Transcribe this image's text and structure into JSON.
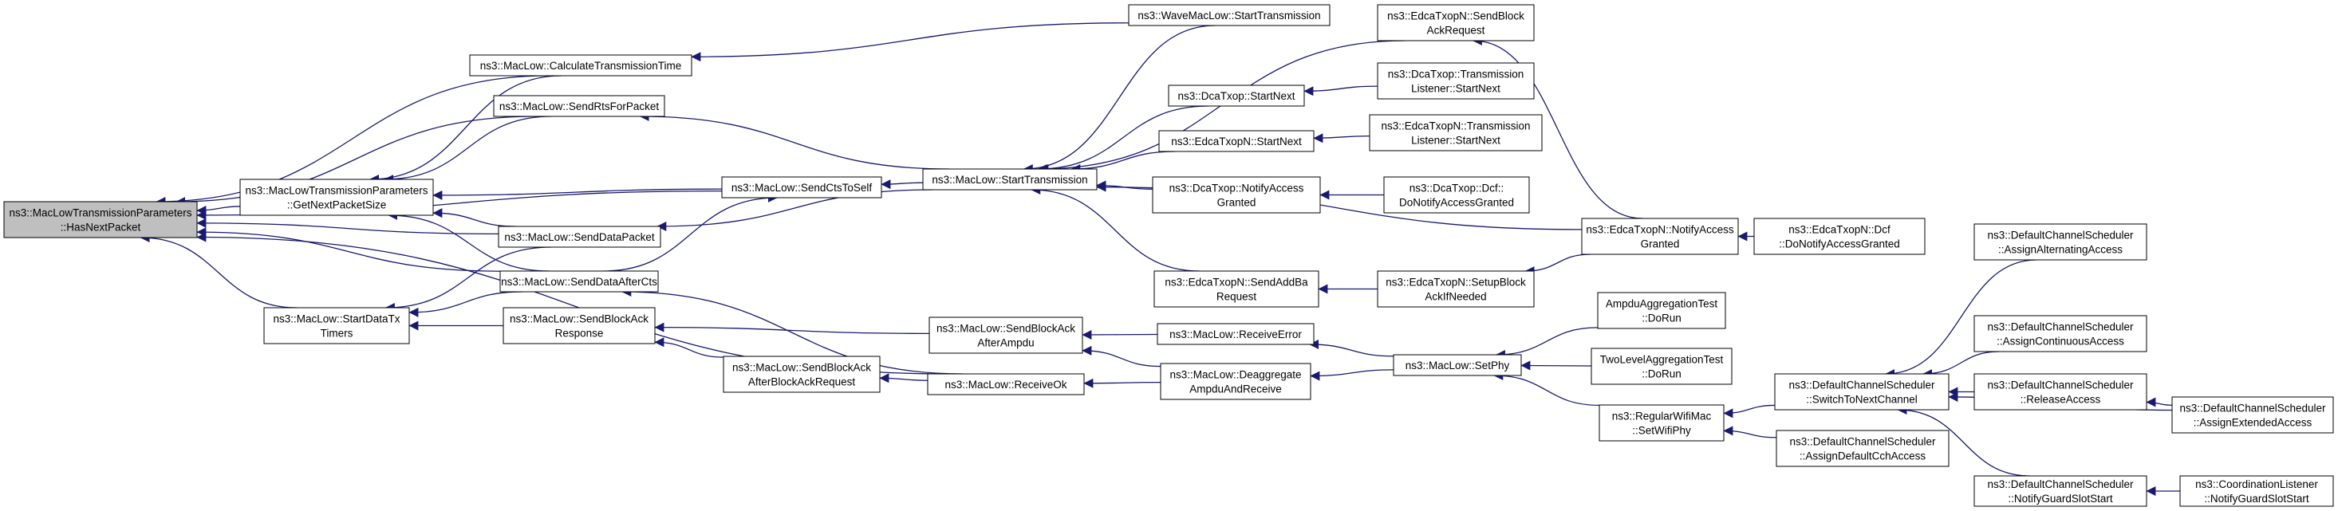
{
  "nodes": [
    {
      "id": "has_next",
      "lines": [
        "ns3::MacLowTransmissionParameters",
        "::HasNextPacket"
      ],
      "root": true
    },
    {
      "id": "get_next_size",
      "lines": [
        "ns3::MacLowTransmissionParameters",
        "::GetNextPacketSize"
      ]
    },
    {
      "id": "start_data_tx",
      "lines": [
        "ns3::MacLow::StartDataTx",
        "Timers"
      ]
    },
    {
      "id": "calc_tx_time",
      "lines": [
        "ns3::MacLow::CalculateTransmissionTime"
      ]
    },
    {
      "id": "send_rts",
      "lines": [
        "ns3::MacLow::SendRtsForPacket"
      ]
    },
    {
      "id": "send_data",
      "lines": [
        "ns3::MacLow::SendDataPacket"
      ]
    },
    {
      "id": "send_data_after_cts",
      "lines": [
        "ns3::MacLow::SendDataAfterCts"
      ]
    },
    {
      "id": "send_block_ack_resp",
      "lines": [
        "ns3::MacLow::SendBlockAck",
        "Response"
      ]
    },
    {
      "id": "send_cts_to_self",
      "lines": [
        "ns3::MacLow::SendCtsToSelf"
      ]
    },
    {
      "id": "send_ba_after_bar",
      "lines": [
        "ns3::MacLow::SendBlockAck",
        "AfterBlockAckRequest"
      ]
    },
    {
      "id": "send_ba_after_ampdu",
      "lines": [
        "ns3::MacLow::SendBlockAck",
        "AfterAmpdu"
      ]
    },
    {
      "id": "receive_ok",
      "lines": [
        "ns3::MacLow::ReceiveOk"
      ]
    },
    {
      "id": "start_transmission",
      "lines": [
        "ns3::MacLow::StartTransmission"
      ]
    },
    {
      "id": "wave_start_tx",
      "lines": [
        "ns3::WaveMacLow::StartTransmission"
      ]
    },
    {
      "id": "dca_start_next",
      "lines": [
        "ns3::DcaTxop::StartNext"
      ]
    },
    {
      "id": "edca_start_next",
      "lines": [
        "ns3::EdcaTxopN::StartNext"
      ]
    },
    {
      "id": "dca_notify_access",
      "lines": [
        "ns3::DcaTxop::NotifyAccess",
        "Granted"
      ]
    },
    {
      "id": "edca_send_addba",
      "lines": [
        "ns3::EdcaTxopN::SendAddBa",
        "Request"
      ]
    },
    {
      "id": "receive_error",
      "lines": [
        "ns3::MacLow::ReceiveError"
      ]
    },
    {
      "id": "deaggregate",
      "lines": [
        "ns3::MacLow::Deaggregate",
        "AmpduAndReceive"
      ]
    },
    {
      "id": "edca_send_block_ack_req",
      "lines": [
        "ns3::EdcaTxopN::SendBlock",
        "AckRequest"
      ]
    },
    {
      "id": "dca_tl_start_next",
      "lines": [
        "ns3::DcaTxop::Transmission",
        "Listener::StartNext"
      ]
    },
    {
      "id": "edca_tl_start_next",
      "lines": [
        "ns3::EdcaTxopN::Transmission",
        "Listener::StartNext"
      ]
    },
    {
      "id": "dca_dcf_notify",
      "lines": [
        "ns3::DcaTxop::Dcf::",
        "DoNotifyAccessGranted"
      ]
    },
    {
      "id": "edca_setup_block_ack",
      "lines": [
        "ns3::EdcaTxopN::SetupBlock",
        "AckIfNeeded"
      ]
    },
    {
      "id": "set_phy",
      "lines": [
        "ns3::MacLow::SetPhy"
      ]
    },
    {
      "id": "edca_notify_access",
      "lines": [
        "ns3::EdcaTxopN::NotifyAccess",
        "Granted"
      ]
    },
    {
      "id": "ampdu_agg_test",
      "lines": [
        "AmpduAggregationTest",
        "::DoRun"
      ]
    },
    {
      "id": "two_level_agg_test",
      "lines": [
        "TwoLevelAggregationTest",
        "::DoRun"
      ]
    },
    {
      "id": "regular_wifi_set_phy",
      "lines": [
        "ns3::RegularWifiMac",
        "::SetWifiPhy"
      ]
    },
    {
      "id": "edca_dcf_notify",
      "lines": [
        "ns3::EdcaTxopN::Dcf",
        "::DoNotifyAccessGranted"
      ]
    },
    {
      "id": "switch_to_next_channel",
      "lines": [
        "ns3::DefaultChannelScheduler",
        "::SwitchToNextChannel"
      ]
    },
    {
      "id": "assign_default_cch",
      "lines": [
        "ns3::DefaultChannelScheduler",
        "::AssignDefaultCchAccess"
      ]
    },
    {
      "id": "assign_alternating",
      "lines": [
        "ns3::DefaultChannelScheduler",
        "::AssignAlternatingAccess"
      ]
    },
    {
      "id": "assign_continuous",
      "lines": [
        "ns3::DefaultChannelScheduler",
        "::AssignContinuousAccess"
      ]
    },
    {
      "id": "release_access",
      "lines": [
        "ns3::DefaultChannelScheduler",
        "::ReleaseAccess"
      ]
    },
    {
      "id": "notify_guard_slot_start",
      "lines": [
        "ns3::DefaultChannelScheduler",
        "::NotifyGuardSlotStart"
      ]
    },
    {
      "id": "assign_extended",
      "lines": [
        "ns3::DefaultChannelScheduler",
        "::AssignExtendedAccess"
      ]
    },
    {
      "id": "coord_notify_guard",
      "lines": [
        "ns3::CoordinationListener",
        "::NotifyGuardSlotStart"
      ]
    }
  ],
  "edges": [
    [
      "get_next_size",
      "has_next"
    ],
    [
      "start_data_tx",
      "has_next"
    ],
    [
      "calc_tx_time",
      "has_next"
    ],
    [
      "send_rts",
      "has_next"
    ],
    [
      "send_cts_to_self",
      "has_next"
    ],
    [
      "send_data",
      "has_next"
    ],
    [
      "send_data_after_cts",
      "has_next"
    ],
    [
      "receive_ok",
      "has_next"
    ],
    [
      "calc_tx_time",
      "get_next_size"
    ],
    [
      "send_rts",
      "get_next_size"
    ],
    [
      "send_cts_to_self",
      "get_next_size"
    ],
    [
      "send_data",
      "get_next_size"
    ],
    [
      "send_data_after_cts",
      "get_next_size"
    ],
    [
      "send_data",
      "start_data_tx"
    ],
    [
      "send_data_after_cts",
      "start_data_tx"
    ],
    [
      "send_block_ack_resp",
      "start_data_tx"
    ],
    [
      "start_transmission",
      "send_rts"
    ],
    [
      "start_transmission",
      "send_cts_to_self"
    ],
    [
      "start_transmission",
      "send_data"
    ],
    [
      "wave_start_tx",
      "calc_tx_time"
    ],
    [
      "receive_ok",
      "send_data_after_cts"
    ],
    [
      "send_data_after_cts",
      "send_cts_to_self"
    ],
    [
      "send_ba_after_ampdu",
      "send_block_ack_resp"
    ],
    [
      "send_ba_after_bar",
      "send_block_ack_resp"
    ],
    [
      "receive_ok",
      "send_ba_after_bar"
    ],
    [
      "receive_error",
      "send_ba_after_ampdu"
    ],
    [
      "deaggregate",
      "send_ba_after_ampdu"
    ],
    [
      "deaggregate",
      "receive_ok"
    ],
    [
      "wave_start_tx",
      "start_transmission"
    ],
    [
      "edca_send_block_ack_req",
      "start_transmission"
    ],
    [
      "dca_start_next",
      "start_transmission"
    ],
    [
      "edca_start_next",
      "start_transmission"
    ],
    [
      "dca_notify_access",
      "start_transmission"
    ],
    [
      "edca_notify_access",
      "start_transmission"
    ],
    [
      "edca_send_addba",
      "start_transmission"
    ],
    [
      "dca_tl_start_next",
      "dca_start_next"
    ],
    [
      "edca_tl_start_next",
      "edca_start_next"
    ],
    [
      "dca_dcf_notify",
      "dca_notify_access"
    ],
    [
      "edca_setup_block_ack",
      "edca_send_addba"
    ],
    [
      "edca_notify_access",
      "edca_setup_block_ack"
    ],
    [
      "edca_notify_access",
      "edca_send_block_ack_req"
    ],
    [
      "edca_dcf_notify",
      "edca_notify_access"
    ],
    [
      "set_phy",
      "receive_error"
    ],
    [
      "set_phy",
      "deaggregate"
    ],
    [
      "ampdu_agg_test",
      "set_phy"
    ],
    [
      "two_level_agg_test",
      "set_phy"
    ],
    [
      "regular_wifi_set_phy",
      "set_phy"
    ],
    [
      "switch_to_next_channel",
      "regular_wifi_set_phy"
    ],
    [
      "assign_default_cch",
      "regular_wifi_set_phy"
    ],
    [
      "assign_alternating",
      "switch_to_next_channel"
    ],
    [
      "assign_continuous",
      "switch_to_next_channel"
    ],
    [
      "release_access",
      "switch_to_next_channel"
    ],
    [
      "notify_guard_slot_start",
      "switch_to_next_channel"
    ],
    [
      "assign_extended",
      "switch_to_next_channel"
    ],
    [
      "assign_extended",
      "release_access"
    ],
    [
      "coord_notify_guard",
      "notify_guard_slot_start"
    ]
  ]
}
